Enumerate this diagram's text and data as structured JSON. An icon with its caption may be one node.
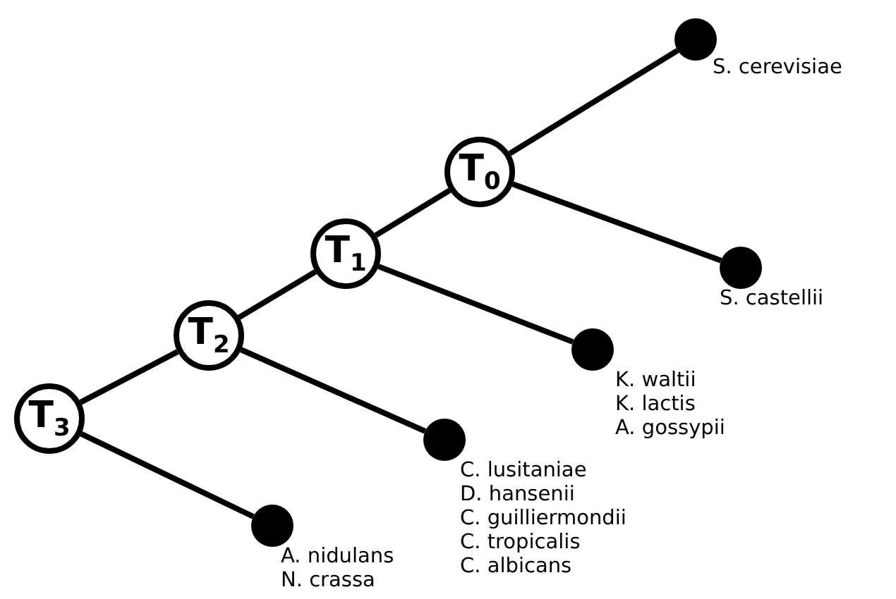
{
  "diagram": {
    "nodes": [
      {
        "text": [
          "T$_{0}$"
        ]
      },
      {
        "text": [
          "T$_{1}$"
        ]
      },
      {
        "text": [
          "T$_{2}$"
        ]
      },
      {
        "text": [
          "T$_{3}$"
        ]
      },
      {
        "text": [],
        "shape": "circle",
        "beside": [
          "S. cerevisiae"
        ]
      },
      {
        "text": [],
        "shape": "circle",
        "beside": [
          "S. castellii"
        ]
      },
      {
        "text": [],
        "shape": "circle",
        "beside": [
          "K. waltii",
          "K. lactis",
          "A. gossypii"
        ]
      },
      {
        "text": [],
        "shape": "circle",
        "beside": [
          "C. lusitaniae",
          "D. hansenii",
          "C. guilliermondii",
          "C. tropicalis",
          "C. albicans"
        ]
      },
      {
        "text": [],
        "shape": "circle",
        "beside": [
          "A. nidulans",
          "N. crassa"
        ]
      }
    ],
    "edges": [
      {
        "from": 0,
        "to": 4,
        "arrow": "none"
      },
      {
        "from": 0,
        "to": 5,
        "arrow": "none"
      },
      {
        "from": 1,
        "to": 0,
        "arrow": "none"
      },
      {
        "from": 1,
        "to": 6,
        "arrow": "none"
      },
      {
        "from": 2,
        "to": 1,
        "arrow": "none"
      },
      {
        "from": 2,
        "to": 7,
        "arrow": "none"
      },
      {
        "from": 3,
        "to": 2,
        "arrow": "none"
      },
      {
        "from": 3,
        "to": 8,
        "arrow": "none"
      }
    ]
  }
}
